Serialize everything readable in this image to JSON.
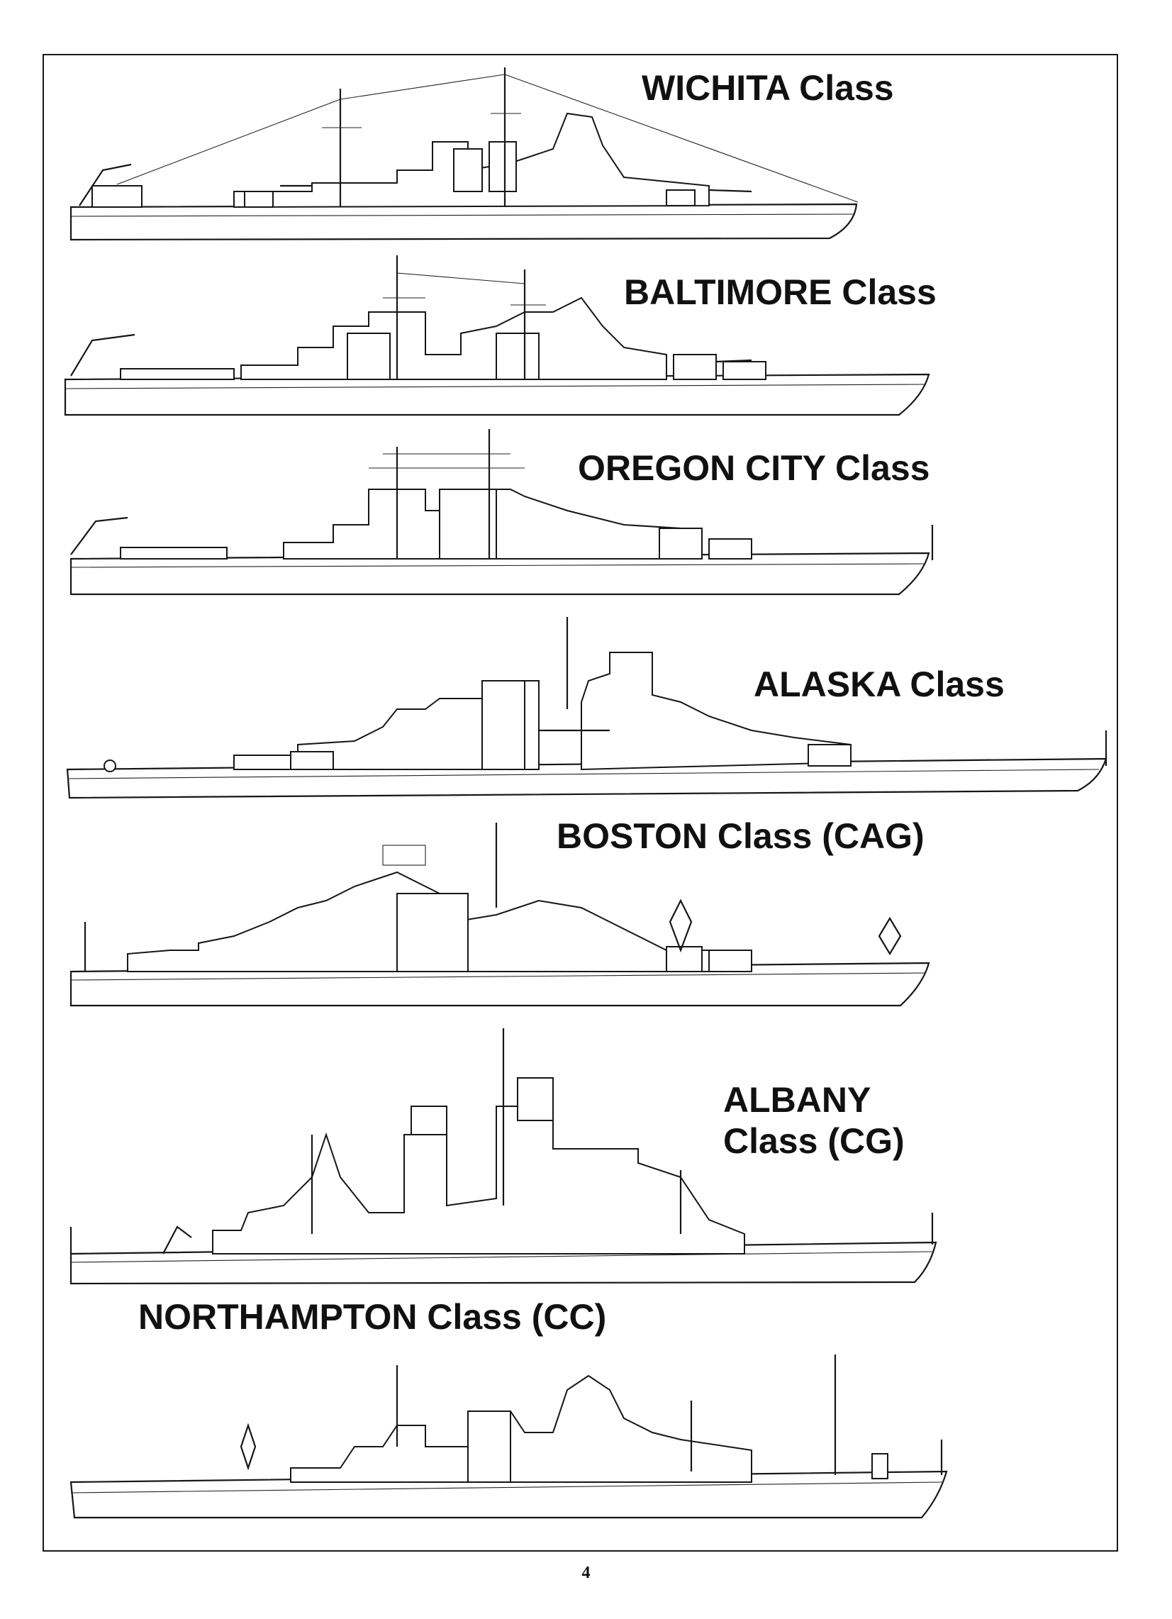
{
  "page": {
    "number": "4"
  },
  "ships": [
    {
      "id": "wichita",
      "label": "WICHITA Class"
    },
    {
      "id": "baltimore",
      "label": "BALTIMORE Class"
    },
    {
      "id": "oregon-city",
      "label": "OREGON CITY Class"
    },
    {
      "id": "alaska",
      "label": "ALASKA Class"
    },
    {
      "id": "boston",
      "label": "BOSTON Class (CAG)"
    },
    {
      "id": "albany",
      "label_line1": "ALBANY",
      "label_line2": "Class (CG)"
    },
    {
      "id": "northampton",
      "label": "NORTHAMPTON Class (CC)"
    }
  ],
  "colors": {
    "ink": "#161616",
    "paper": "#ffffff"
  }
}
